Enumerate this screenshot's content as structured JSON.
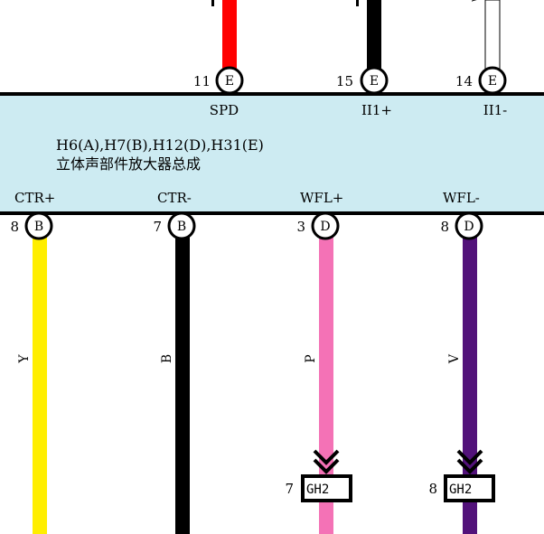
{
  "component": {
    "connectors": "H6(A),H7(B),H12(D),H31(E)",
    "name": "立体声部件放大器总成",
    "fill_color": "#cdebf2"
  },
  "top_pins": [
    {
      "pin": "11",
      "connector": "E",
      "signal": "SPD",
      "wire_color": "#ff0000",
      "hollow": false
    },
    {
      "pin": "15",
      "connector": "E",
      "signal": "II1+",
      "wire_color": "#000000",
      "hollow": false
    },
    {
      "pin": "14",
      "connector": "E",
      "signal": "II1-",
      "wire_color": "#ffffff",
      "hollow": true
    }
  ],
  "bottom_pins": [
    {
      "pin": "8",
      "connector": "B",
      "signal": "CTR+",
      "wire_code": "Y",
      "wire_color": "#ffee00"
    },
    {
      "pin": "7",
      "connector": "B",
      "signal": "CTR-",
      "wire_code": "B",
      "wire_color": "#000000"
    },
    {
      "pin": "3",
      "connector": "D",
      "signal": "WFL+",
      "wire_code": "P",
      "wire_color": "#f472b6"
    },
    {
      "pin": "8",
      "connector": "D",
      "signal": "WFL-",
      "wire_code": "V",
      "wire_color": "#52127a"
    }
  ],
  "inline_connectors": [
    {
      "pin": "7",
      "name": "GH2"
    },
    {
      "pin": "8",
      "name": "GH2"
    }
  ]
}
